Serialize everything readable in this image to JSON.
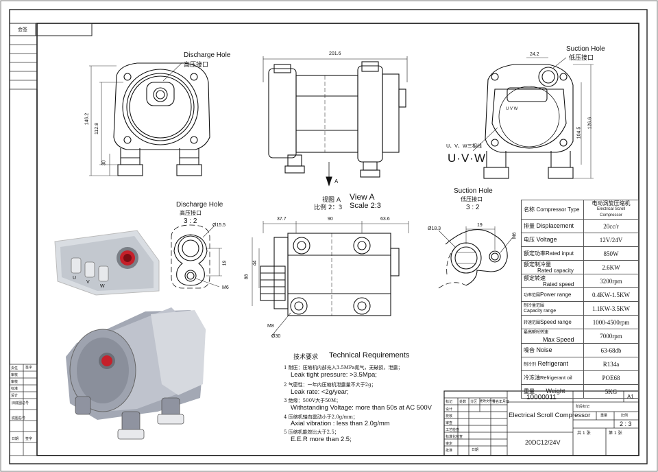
{
  "top_left_tag": "会签",
  "side_panel": {
    "labels": [
      "责任",
      "签字",
      "审核",
      "审核",
      "标准",
      "设计",
      "旧底图总号",
      "底图总号",
      "日期",
      "签字"
    ]
  },
  "views": {
    "left_front": {
      "title_en": "Discharge Hole",
      "title_zh": "高压接口",
      "dims": [
        "146.2",
        "112.8",
        "30"
      ]
    },
    "center_top": {
      "dims": [
        "201.6"
      ],
      "arrow_label": "A"
    },
    "right_front": {
      "title_en": "Suction Hole",
      "title_zh": "低压接口",
      "dims": [
        "24.2",
        "126.6",
        "104.5"
      ],
      "uvw_zh": "U、V、W三相线",
      "uvw": "U·V·W"
    },
    "view_a": {
      "title_zh": "视图 A",
      "title_en": "View A",
      "scale_zh": "比例 2：3",
      "scale_en": "Scale 2:3",
      "dims": [
        "37.7",
        "90",
        "63.6",
        "44",
        "88",
        "M8",
        "Ø30"
      ]
    },
    "detail_discharge": {
      "title_en": "Discharge Hole",
      "title_zh": "高压接口",
      "scale": "3 : 2",
      "dims": [
        "Ø15.5",
        "19",
        "M6"
      ]
    },
    "detail_suction": {
      "title_en": "Suction Hole",
      "title_zh": "低压接口",
      "scale": "3 : 2",
      "dims": [
        "Ø18.3",
        "19",
        "M6"
      ]
    },
    "photo_labels": [
      "U",
      "V",
      "W"
    ]
  },
  "spec_table": {
    "rows": [
      {
        "zh": "名称",
        "en": "Compressor Type",
        "value_zh": "电动涡旋压缩机",
        "value_en": "Electrical Scroll Compressor"
      },
      {
        "zh": "排量",
        "en": "Displacement",
        "value": "20cc/r"
      },
      {
        "zh": "电压",
        "en": "Voltage",
        "value": "12V/24V"
      },
      {
        "zh": "额定功率",
        "en": "Rated input",
        "value": "850W"
      },
      {
        "zh": "额定制冷量",
        "en": "Rated capacity",
        "value": "2.6KW"
      },
      {
        "zh": "额定转速",
        "en": "Rated speed",
        "value": "3200rpm"
      },
      {
        "zh": "功率范围",
        "en": "Power range",
        "value": "0.4KW-1.5KW"
      },
      {
        "zh": "制冷量范围",
        "en": "Capacity range",
        "value": "1.1KW-3.5KW"
      },
      {
        "zh": "转速范围",
        "en": "Speed range",
        "value": "1000-4500rpm"
      },
      {
        "zh": "最高瞬时转速",
        "en": "Max Speed",
        "value": "7000rpm"
      },
      {
        "zh": "噪音",
        "en": "Noise",
        "value": "63-68db"
      },
      {
        "zh": "制冷剂",
        "en": "Refrigerant",
        "value": "R134a"
      },
      {
        "zh": "冷冻油",
        "en": "Refrigerant oil",
        "value": "POE68"
      },
      {
        "zh": "重量",
        "en": "Weight",
        "value": "5KG"
      }
    ]
  },
  "requirements": {
    "title_zh": "技术要求",
    "title_en": "Technical Requirements",
    "items": [
      {
        "zh": "1 耐压：压缩机内部充入3.5MPa氮气，无破损，泄露；",
        "en": "Leak tight pressure: >3.5Mpa;"
      },
      {
        "zh": "2 气密性：一年内压缩机泄露量不大于2g；",
        "en": "Leak rate: <2g/year;"
      },
      {
        "zh": "3 绝缘：500V大于50M；",
        "en": "Withstanding Voltage:  more than 50s at AC 500V"
      },
      {
        "zh": "4 压缩机轴向震动小于2.0g/mm；",
        "en": "Axial vibration :  less than 2.0g/mm"
      },
      {
        "zh": "5 压缩机能效比大于2.5；",
        "en": "E.E.R more than 2.5;"
      }
    ]
  },
  "title_block": {
    "drawing_no": "10000011",
    "sheet_size": "A1",
    "part_name": "Electrical Scroll Compressor",
    "model": "20DC12/24V",
    "scale": "2 : 3",
    "sheet_text_1": "共 1 张",
    "sheet_text_2": "第 1 张",
    "labels_left": [
      "标记",
      "处数",
      "分区",
      "更改文件号",
      "签名",
      "年月日",
      "设计",
      "校核",
      "审查",
      "工艺检查",
      "标准化检查",
      "审定",
      "批准",
      "日期"
    ],
    "labels_right": [
      "阶段标记",
      "重量",
      "比例"
    ]
  }
}
